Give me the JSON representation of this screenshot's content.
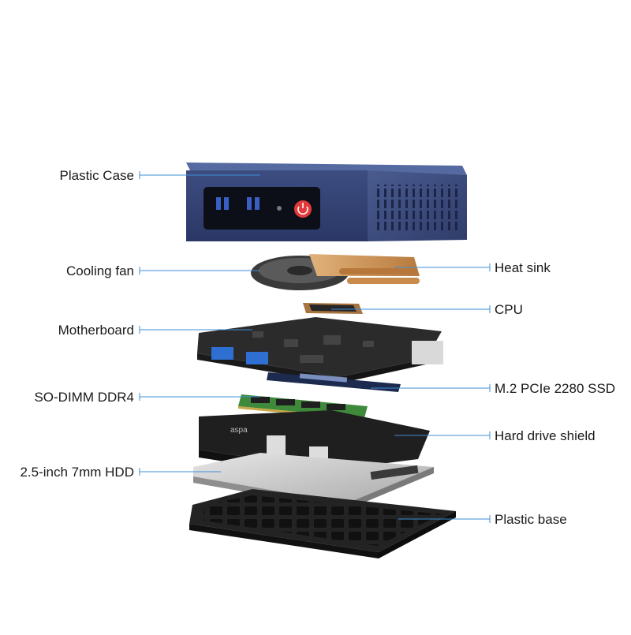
{
  "labels": {
    "plastic_case": "Plastic Case",
    "cooling_fan": "Cooling fan",
    "heat_sink": "Heat sink",
    "cpu": "CPU",
    "motherboard": "Motherboard",
    "ssd": "M.2 PCIe 2280 SSD",
    "ram": "SO-DIMM DDR4",
    "hdd_shield": "Hard drive shield",
    "hdd": "2.5-inch 7mm HDD",
    "base": "Plastic base"
  },
  "colors": {
    "case": "#3a4a7c",
    "leader_line": "#3d8fd6",
    "power_button": "#e23a3a",
    "heat_sink": "#c9955a",
    "board": "#2b2b2b",
    "usb_port": "#2f6fd1",
    "ram_pcb": "#3f8a3a",
    "shield": "#1f1f1f",
    "hdd": "#c8c8c8"
  }
}
